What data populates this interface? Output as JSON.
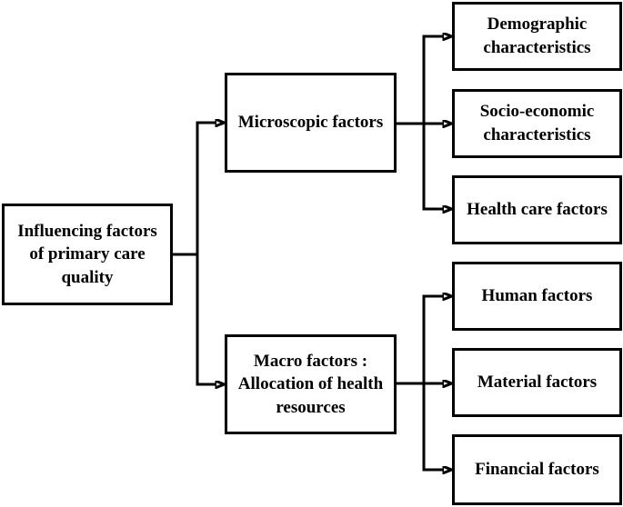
{
  "figure": {
    "colors": {
      "ink": "#000000",
      "background": "#ffffff"
    },
    "root": {
      "label": "Influencing factors\nof primary care\nquality"
    },
    "branches": [
      {
        "label": "Microscopic factors",
        "children": [
          {
            "label": "Demographic\ncharacteristics"
          },
          {
            "label": "Socio-economic\ncharacteristics"
          },
          {
            "label": "Health care factors"
          }
        ]
      },
      {
        "label": "Macro factors :\nAllocation of health\nresources",
        "children": [
          {
            "label": "Human factors"
          },
          {
            "label": "Material factors"
          },
          {
            "label": "Financial factors"
          }
        ]
      }
    ]
  }
}
